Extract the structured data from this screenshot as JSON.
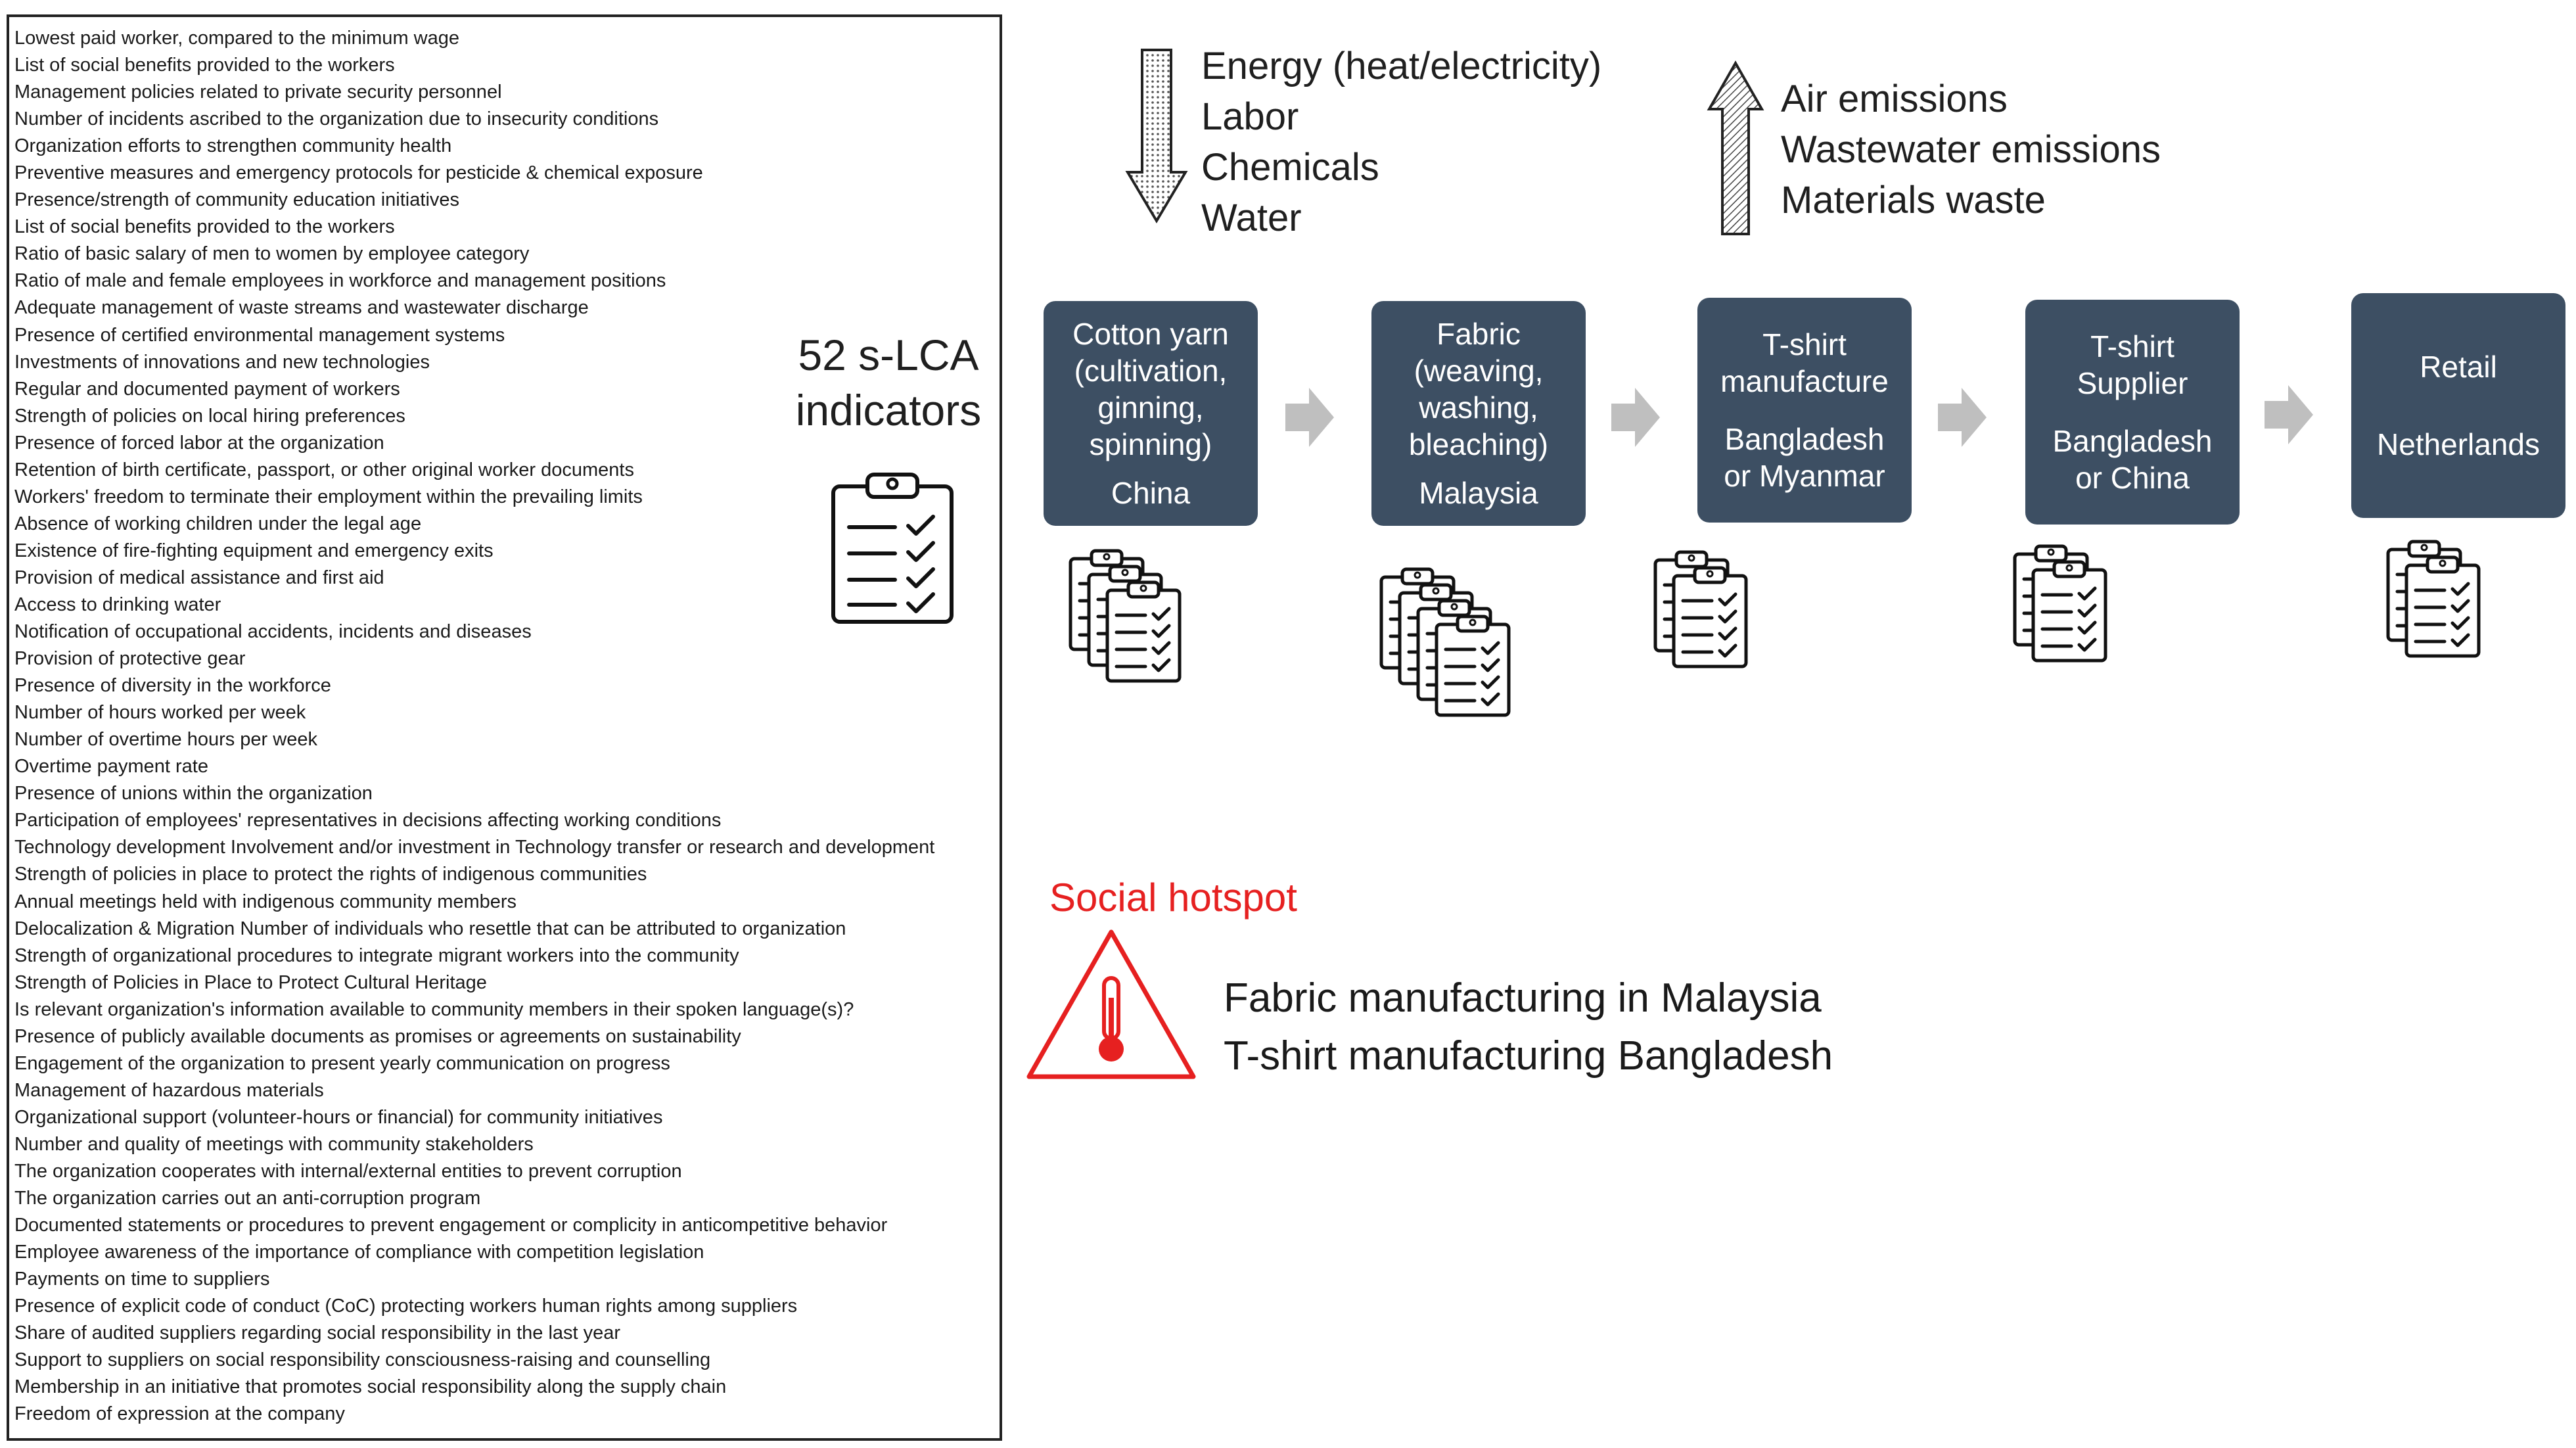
{
  "indicators": [
    "Lowest paid worker, compared to the minimum wage",
    "List of social benefits provided to the workers",
    "Management policies related to private security personnel",
    "Number of incidents ascribed to the organization due to insecurity conditions",
    "Organization efforts to strengthen community health",
    "Preventive measures and emergency protocols for pesticide & chemical exposure",
    "Presence/strength of community education initiatives",
    "List of social benefits provided to the workers",
    "Ratio of basic salary of men to women by employee category",
    "Ratio of male and female employees in workforce and management positions",
    "Adequate management of waste streams and wastewater discharge",
    "Presence of certified environmental management systems",
    "Investments of innovations and new technologies",
    "Regular and documented payment of workers",
    "Strength of policies on local hiring preferences",
    "Presence of forced labor at the organization",
    "Retention of birth certificate, passport, or other original worker documents",
    "Workers' freedom to terminate their employment within the prevailing limits",
    "Absence of working children under the legal age",
    "Existence of fire-fighting equipment and emergency exits",
    "Provision of medical assistance and first aid",
    "Access to drinking water",
    "Notification of occupational accidents, incidents and diseases",
    "Provision of protective gear",
    "Presence of diversity in the workforce",
    "Number of hours worked per week",
    "Number of overtime hours per week",
    "Overtime payment rate",
    "Presence of unions within the organization",
    "Participation of employees' representatives in decisions affecting working conditions",
    "Technology development Involvement and/or investment in Technology transfer or research and development",
    "Strength of policies in place to protect the rights of indigenous communities",
    "Annual meetings held with indigenous community members",
    "Delocalization & Migration Number of individuals who resettle that can be attributed to organization",
    "Strength of organizational procedures to integrate migrant workers into the community",
    "Strength of Policies in Place to Protect Cultural Heritage",
    "Is relevant organization's information available to community members in their spoken language(s)?",
    "Presence of publicly available documents as promises or agreements on sustainability",
    "Engagement of the organization to present yearly communication on progress",
    "Management of hazardous materials",
    "Organizational support (volunteer-hours or financial) for community initiatives",
    "Number and quality of meetings with community stakeholders",
    "The organization cooperates with internal/external entities to prevent corruption",
    "The organization carries out an anti-corruption program",
    "Documented statements or procedures to prevent engagement or complicity in anticompetitive behavior",
    "Employee awareness of the importance of compliance with competition legislation",
    "Payments on time to suppliers",
    "Presence of explicit code of conduct (CoC) protecting workers human rights among suppliers",
    "Share of audited suppliers regarding social responsibility in the last year",
    "Support to suppliers on social responsibility consciousness-raising and counselling",
    "Membership in an initiative that promotes social responsibility along the supply chain",
    "Freedom of expression at the company"
  ],
  "indicator_count_label": "52 s-LCA\nindicators",
  "inputs": [
    "Energy (heat/electricity)",
    "Labor",
    "Chemicals",
    "Water"
  ],
  "outputs": [
    "Air emissions",
    "Wastewater emissions",
    "Materials waste"
  ],
  "stages": [
    {
      "title": "Cotton yarn\n(cultivation,\nginning,\nspinning)",
      "location": "China",
      "clipboards": 3
    },
    {
      "title": "Fabric\n(weaving,\nwashing,\nbleaching)",
      "location": "Malaysia",
      "clipboards": 4
    },
    {
      "title": "T-shirt\nmanufacture",
      "location": "Bangladesh\nor Myanmar",
      "clipboards": 2
    },
    {
      "title": "T-shirt\nSupplier",
      "location": "Bangladesh\nor China",
      "clipboards": 2
    },
    {
      "title": "Retail",
      "location": "Netherlands",
      "clipboards": 2
    }
  ],
  "hotspot": {
    "label": "Social hotspot",
    "items": [
      "Fabric manufacturing in Malaysia",
      "T-shirt manufacturing Bangladesh"
    ]
  },
  "colors": {
    "stage_fill": "#3d4f63",
    "flow_arrow": "#bfbfbf",
    "hotspot": "#e62020"
  },
  "icons": {
    "input_arrow": "dotted-down-arrow-icon",
    "output_arrow": "hatched-up-arrow-icon",
    "clipboard": "clipboard-checklist-icon",
    "hotspot": "warning-thermometer-icon"
  }
}
